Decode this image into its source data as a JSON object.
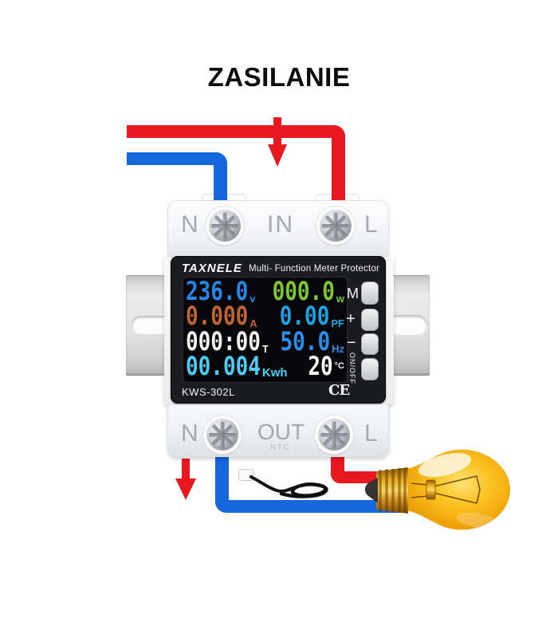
{
  "title": "ZASILANIE",
  "colors": {
    "wire_red": "#e8191f",
    "wire_blue": "#1667dc",
    "bulb_yellow": "#f7b515",
    "rail_gray": "#d9d9d9",
    "face_dark": "#1b1c1f"
  },
  "device": {
    "brand": "TAXNELE",
    "face_title": "Multi- Function Meter Protector",
    "model": "KWS-302L",
    "ce_mark": "CE",
    "top_terminals": {
      "left": "N",
      "center": "IN",
      "right": "L"
    },
    "bottom_terminals": {
      "left": "N",
      "center": "OUT",
      "sub": "NTC",
      "right": "L"
    },
    "buttons": [
      {
        "label": "M"
      },
      {
        "label": "+"
      },
      {
        "label": "−"
      },
      {
        "label": "ON/OFF"
      }
    ],
    "display": {
      "rows": [
        {
          "left": {
            "value": "236.0",
            "unit": "v",
            "color": "#2787e8"
          },
          "right": {
            "value": "000.0",
            "unit": "w",
            "color": "#7dc832"
          }
        },
        {
          "left": {
            "value": "0.000",
            "unit": "A",
            "color": "#c06434"
          },
          "right": {
            "value": "0.00",
            "unit": "PF",
            "color": "#1aa3e4"
          }
        },
        {
          "left": {
            "value": "000:00",
            "unit": "T",
            "color": "#f2f2f2"
          },
          "right": {
            "value": "50.0",
            "unit": "Hz",
            "color": "#2a8fee"
          }
        },
        {
          "left": {
            "value": "00.004",
            "unit": "Kwh",
            "color": "#4ecdf4"
          },
          "right": {
            "value": "20",
            "unit": "°C",
            "color": "#ffffff"
          }
        }
      ]
    }
  }
}
